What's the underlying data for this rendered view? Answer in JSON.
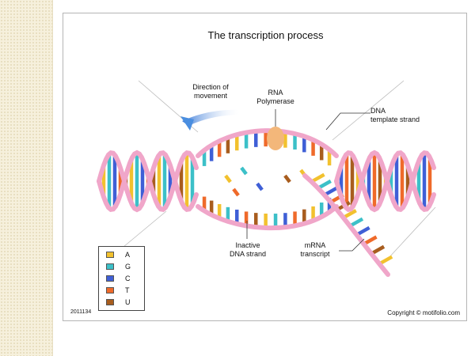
{
  "title": "The transcription process",
  "labels": {
    "direction": "Direction of\nmovement",
    "rna_polymerase": "RNA\nPolymerase",
    "dna_template": "DNA\ntemplate strand",
    "inactive_dna": "Inactive\nDNA strand",
    "mrna": "mRNA\ntranscript"
  },
  "legend": [
    {
      "base": "A",
      "color": "#f2c12e"
    },
    {
      "base": "G",
      "color": "#3cc0c8"
    },
    {
      "base": "C",
      "color": "#3f5fd6"
    },
    {
      "base": "T",
      "color": "#ef6a2a"
    },
    {
      "base": "U",
      "color": "#a85d1e"
    }
  ],
  "figure_id": "2011134",
  "copyright": "Copyright © motifolio.com",
  "colors": {
    "backbone": "#f0a6c9",
    "backbone_edge": "#c0628f",
    "arrow": "#4a8ee0",
    "polymerase": "#f3b77a"
  }
}
